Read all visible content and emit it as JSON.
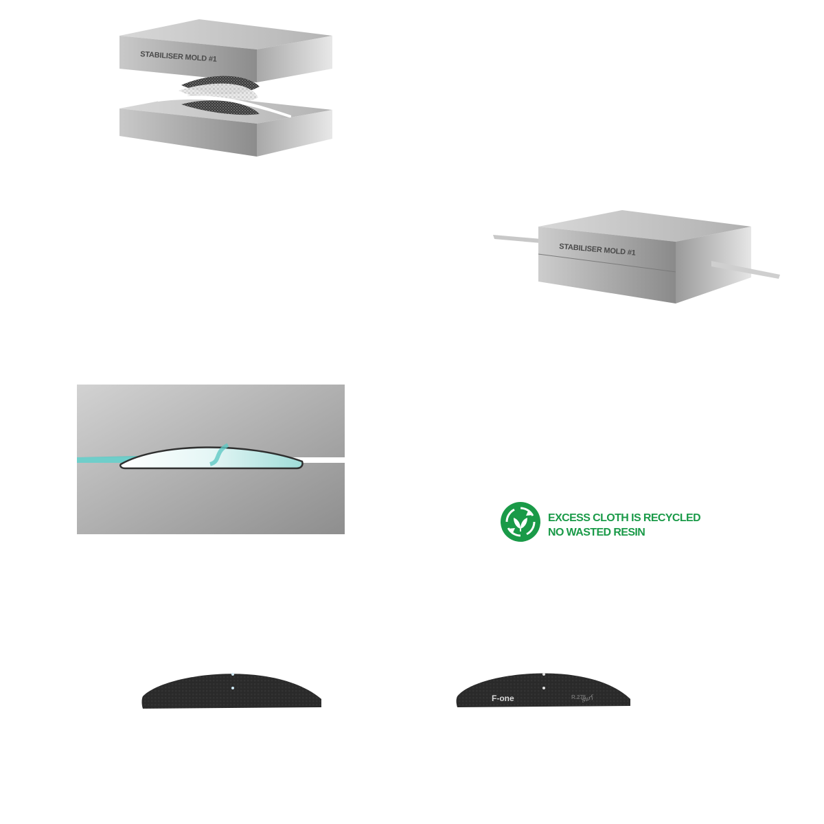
{
  "mold_label": "STABILISER MOLD #1",
  "colors": {
    "recycle_green": "#1a9a48",
    "carbon": "#2b2b2b",
    "resin_teal": "#5fc9c4",
    "mold_grey": "#a9a9a9"
  },
  "icons": {
    "recycle": "recycle-leaf-icon"
  },
  "recycle": {
    "line1": "EXCESS CLOTH IS RECYCLED",
    "line2": "NO WASTED RESIN"
  },
  "stabiliser": {
    "brand": "F-one",
    "model": "R.275",
    "script": "Surf"
  }
}
